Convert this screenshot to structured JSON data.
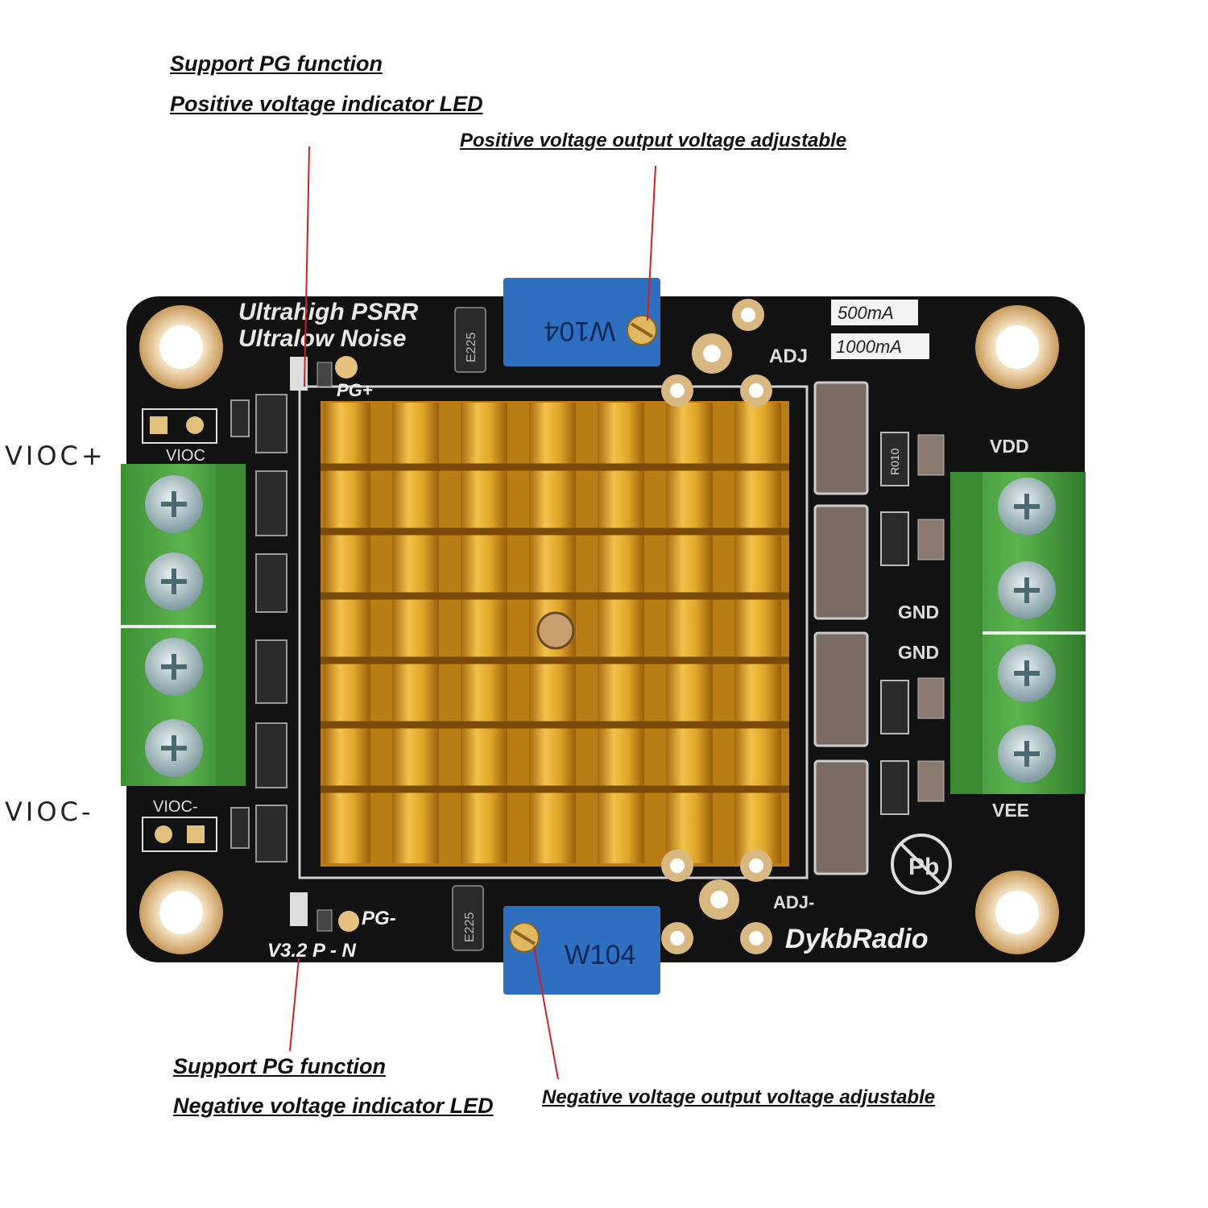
{
  "callouts": {
    "pg_top": "Support PG function",
    "led_pos": "Positive voltage indicator LED",
    "adj_pos": "Positive voltage output voltage adjustable",
    "pg_bottom": "Support PG function",
    "led_neg": "Negative voltage indicator LED",
    "adj_neg": "Negative voltage output voltage adjustable"
  },
  "side_labels": {
    "vioc_plus": "VIOC+",
    "vioc_minus": "VIOC-"
  },
  "board": {
    "title_line1": "Ultrahigh PSRR",
    "title_line2": "Ultralow Noise",
    "pg_plus": "PG+",
    "pg_minus": "PG-",
    "vioc_top": "VIOC",
    "vioc_bottom": "VIOC-",
    "adj": "ADJ",
    "adj_minus": "ADJ-",
    "current_500": "500mA",
    "current_1000": "1000mA",
    "vdd": "VDD",
    "gnd_1": "GND",
    "gnd_2": "GND",
    "vee": "VEE",
    "version": "V3.2 P - N",
    "brand": "DykbRadio",
    "pot_top": "W104",
    "pot_bottom": "W104",
    "cap_top": "E225",
    "cap_bottom": "E225",
    "resistor": "R010",
    "pb_mark": "Pb"
  },
  "colors": {
    "pcb": "#121212",
    "heatsink": "#d9a024",
    "terminal": "#4aa33e",
    "pot": "#2e6fbf",
    "pointer": "#d81e1e",
    "pad": "#d4aa6a"
  }
}
